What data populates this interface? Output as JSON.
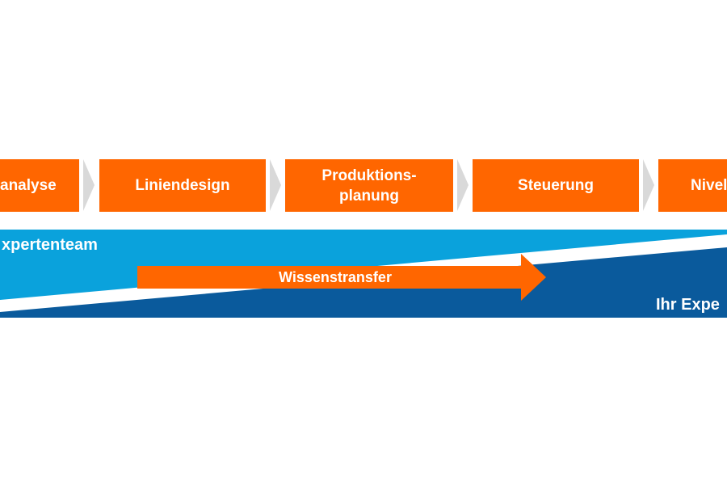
{
  "steps": [
    {
      "label": "analyse"
    },
    {
      "label": "Liniendesign"
    },
    {
      "label": "Produktions-\nplanung"
    },
    {
      "label": "Steuerung"
    },
    {
      "label": "Nivel"
    }
  ],
  "bands": {
    "top_label": "xpertenteam",
    "bottom_label": "Ihr Expe"
  },
  "transfer": {
    "label": "Wissenstransfer"
  },
  "colors": {
    "step_fill": "#ff6600",
    "step_chevron": "#d9d9d9",
    "band_light_blue": "#0aa2dc",
    "band_dark_blue": "#0a5a9c",
    "transfer_arrow": "#ff6600"
  }
}
